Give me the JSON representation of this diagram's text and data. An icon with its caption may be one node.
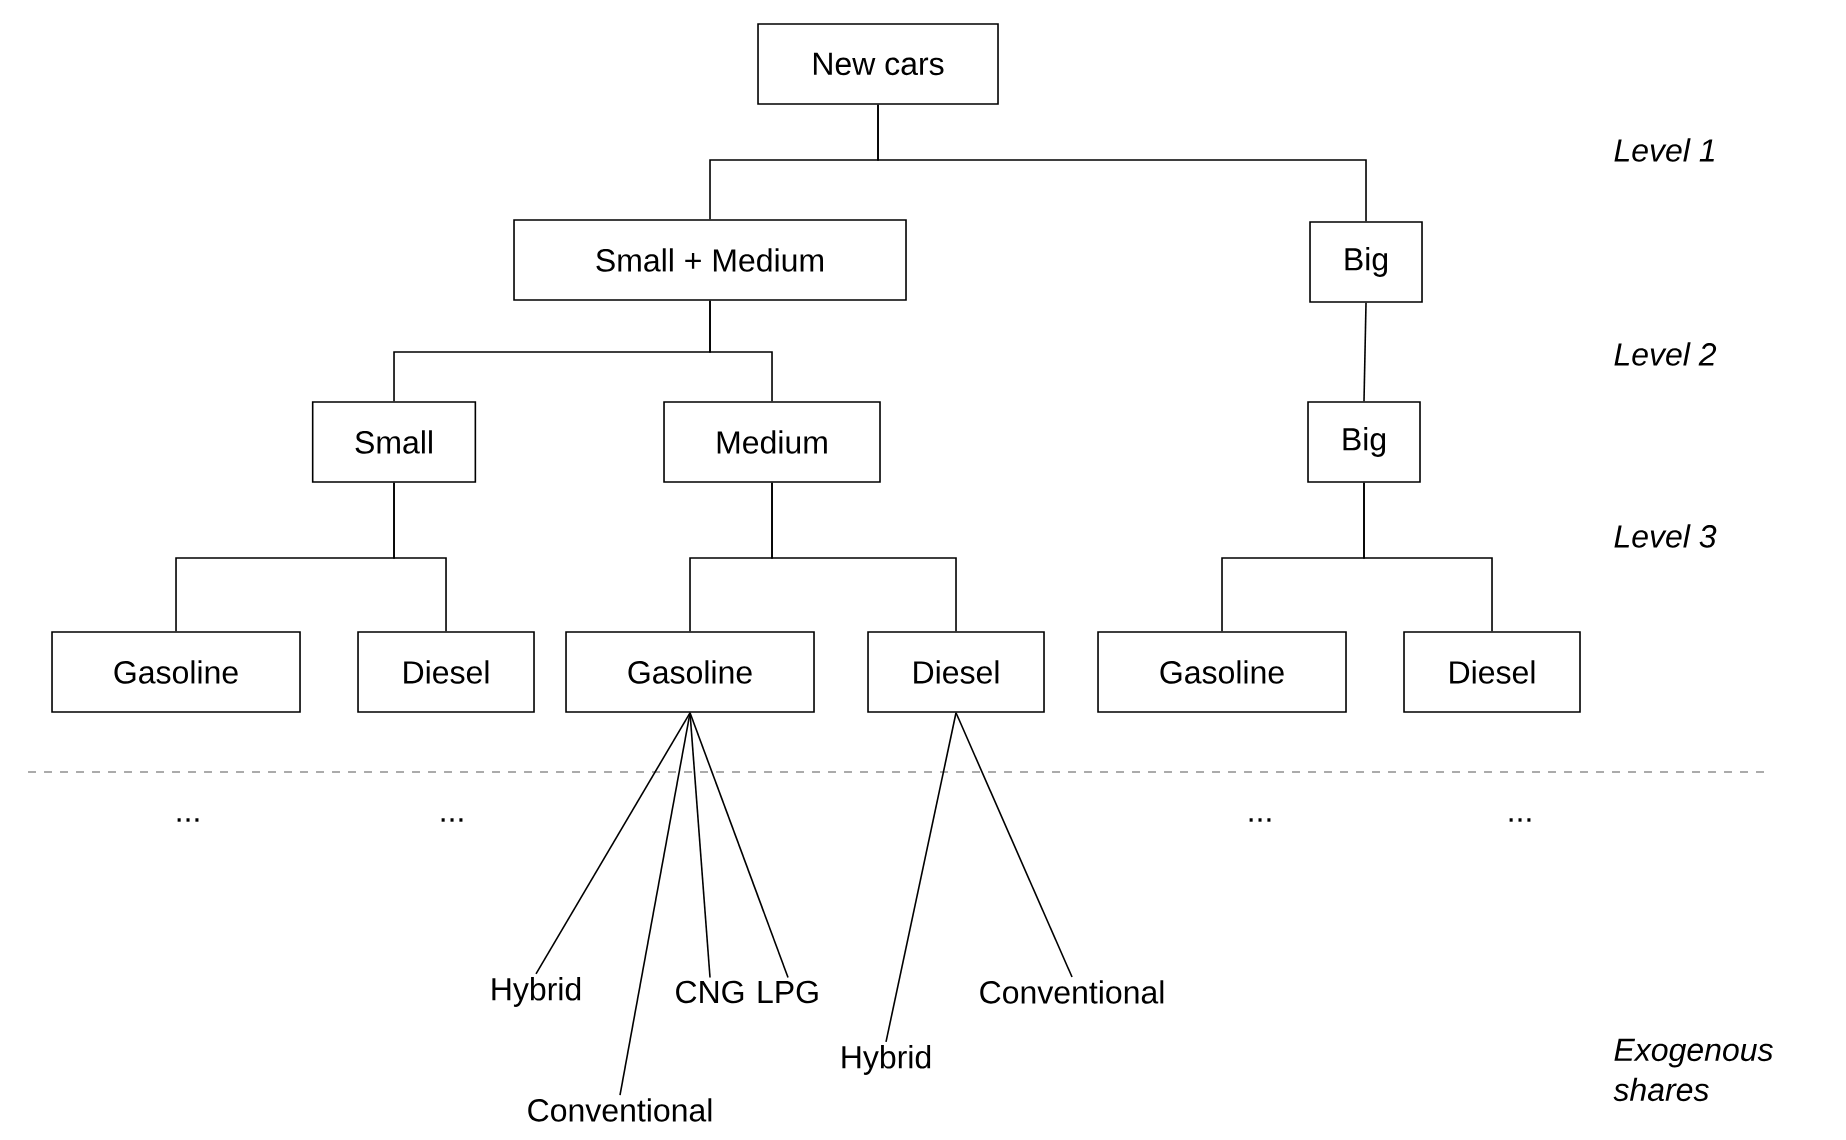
{
  "diagram": {
    "nodes": [
      {
        "text": [
          "New cars"
        ]
      },
      {
        "text": [
          "Small + Medium"
        ]
      },
      {
        "text": [
          "Big"
        ]
      },
      {
        "text": [
          "Small"
        ]
      },
      {
        "text": [
          "Medium"
        ]
      },
      {
        "text": [
          "Big"
        ]
      },
      {
        "text": [
          "Gasoline"
        ]
      },
      {
        "text": [
          "Diesel"
        ]
      },
      {
        "text": [
          "Gasoline"
        ]
      },
      {
        "text": [
          "Diesel"
        ]
      },
      {
        "text": [
          "Gasoline"
        ]
      },
      {
        "text": [
          "Diesel"
        ]
      },
      {
        "text": [
          "Hybrid"
        ]
      },
      {
        "text": [
          "Conventional"
        ]
      },
      {
        "text": [
          "CNG"
        ]
      },
      {
        "text": [
          "LPG"
        ]
      },
      {
        "text": [
          "Hybrid"
        ]
      },
      {
        "text": [
          "Conventional"
        ]
      }
    ],
    "edges": [
      {
        "from": 0,
        "to": 1,
        "arrow": "none"
      },
      {
        "from": 0,
        "to": 2,
        "arrow": "none"
      },
      {
        "from": 1,
        "to": 3,
        "arrow": "none"
      },
      {
        "from": 1,
        "to": 4,
        "arrow": "none"
      },
      {
        "from": 2,
        "to": 5,
        "arrow": "none"
      },
      {
        "from": 3,
        "to": 6,
        "arrow": "none"
      },
      {
        "from": 3,
        "to": 7,
        "arrow": "none"
      },
      {
        "from": 4,
        "to": 8,
        "arrow": "none"
      },
      {
        "from": 4,
        "to": 9,
        "arrow": "none"
      },
      {
        "from": 5,
        "to": 10,
        "arrow": "none"
      },
      {
        "from": 5,
        "to": 11,
        "arrow": "none"
      },
      {
        "from": 8,
        "to": 12,
        "arrow": "none"
      },
      {
        "from": 8,
        "to": 13,
        "arrow": "none"
      },
      {
        "from": 8,
        "to": 14,
        "arrow": "none"
      },
      {
        "from": 8,
        "to": 15,
        "arrow": "none"
      },
      {
        "from": 9,
        "to": 16,
        "arrow": "none"
      },
      {
        "from": 9,
        "to": 17,
        "arrow": "none"
      }
    ],
    "labels": [
      "Level 1",
      "Level 2",
      "...",
      "...",
      "Level 3",
      "...",
      "...",
      "Exogenous shares"
    ]
  }
}
